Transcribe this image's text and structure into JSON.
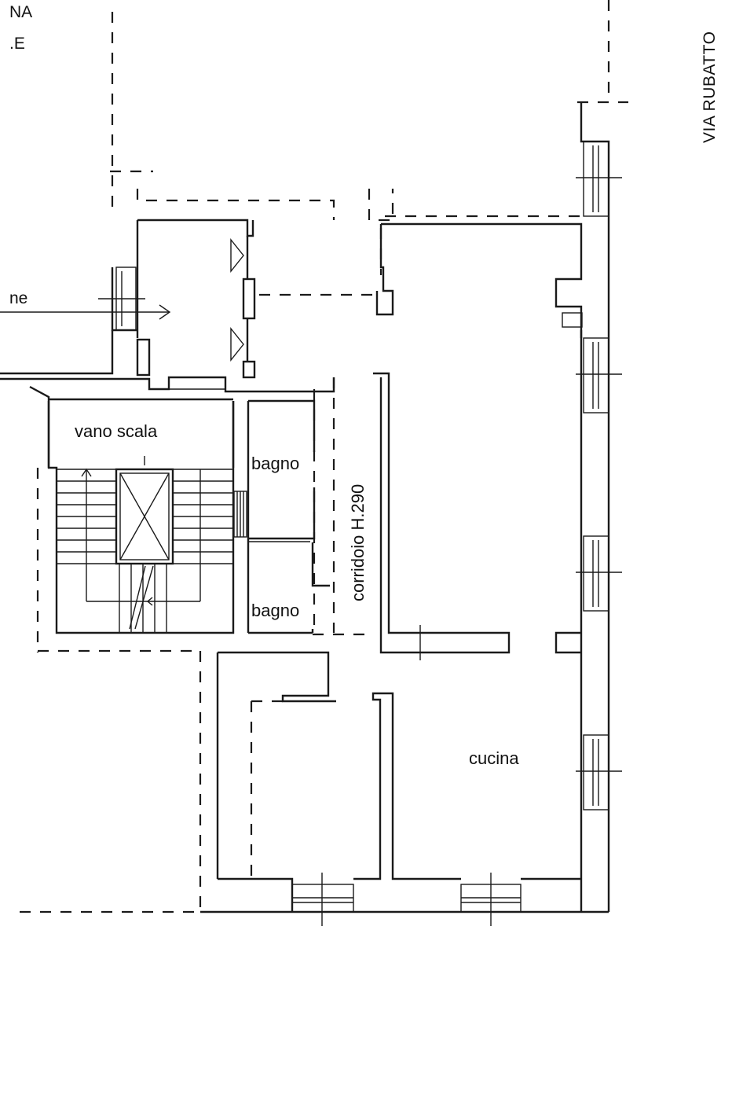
{
  "plan": {
    "street_label": "VIA RUBATTO",
    "corner_labels": [
      "NA",
      ".E"
    ],
    "entrance_label": "ne",
    "rooms": {
      "stairwell": "vano scala",
      "bathroom_1": "bagno",
      "bathroom_2": "bagno",
      "corridor": "corridoio H.290",
      "kitchen": "cucina"
    }
  }
}
